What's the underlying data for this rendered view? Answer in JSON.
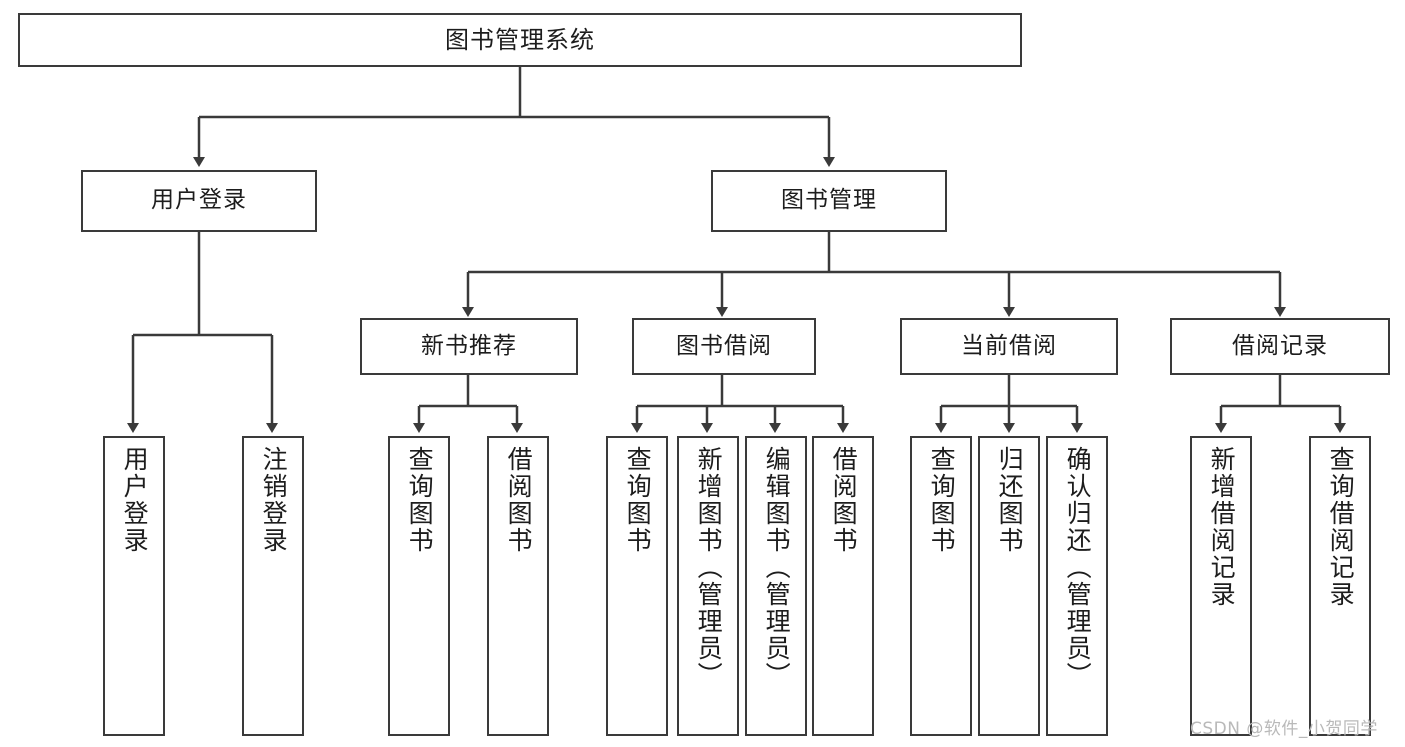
{
  "diagram": {
    "title": "图书管理系统",
    "type": "tree",
    "root": {
      "label": "图书管理系统"
    },
    "level1": [
      {
        "label": "用户登录"
      },
      {
        "label": "图书管理"
      }
    ],
    "level2": [
      {
        "label": "新书推荐"
      },
      {
        "label": "图书借阅"
      },
      {
        "label": "当前借阅"
      },
      {
        "label": "借阅记录"
      }
    ],
    "leaves": {
      "user_login": [
        {
          "label": "用户登录"
        },
        {
          "label": "注销登录"
        }
      ],
      "new_book": [
        {
          "label": "查询图书"
        },
        {
          "label": "借阅图书"
        }
      ],
      "borrow_book": [
        {
          "label": "查询图书"
        },
        {
          "label": "新增图书（管理员）"
        },
        {
          "label": "编辑图书（管理员）"
        },
        {
          "label": "借阅图书"
        }
      ],
      "current_borrow": [
        {
          "label": "查询图书"
        },
        {
          "label": "归还图书"
        },
        {
          "label": "确认归还（管理员）"
        }
      ],
      "borrow_record": [
        {
          "label": "新增借阅记录"
        },
        {
          "label": "查询借阅记录"
        }
      ]
    }
  },
  "watermark": {
    "text": "CSDN @软件_小贺同学"
  },
  "colors": {
    "stroke": "#3a3a3a",
    "text": "#1d1d1d",
    "background": "#ffffff",
    "watermark": "#b9b9b9"
  }
}
